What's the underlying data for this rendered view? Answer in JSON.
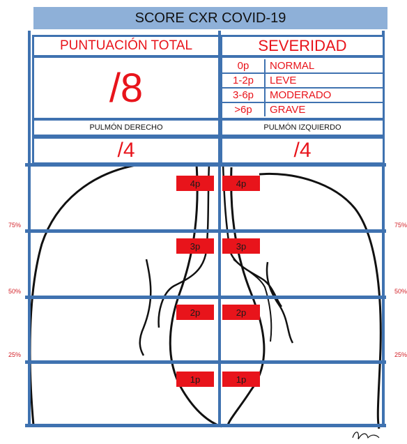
{
  "title": "SCORE CXR COVID-19",
  "header": {
    "total_label": "PUNTUACIÓN TOTAL",
    "total_value": "/8",
    "severity_label": "SEVERIDAD"
  },
  "severity": [
    {
      "points": "0p",
      "label": "NORMAL"
    },
    {
      "points": "1-2p",
      "label": "LEVE"
    },
    {
      "points": "3-6p",
      "label": "MODERADO"
    },
    {
      "points": ">6p",
      "label": "GRAVE"
    }
  ],
  "lungs": {
    "right_label": "PULMÓN DERECHO",
    "left_label": "PULMÓN IZQUIERDO",
    "right_value": "/4",
    "left_value": "/4"
  },
  "zones": [
    "4p",
    "3p",
    "2p",
    "1p"
  ],
  "percent_marks": [
    "75%",
    "50%",
    "25%"
  ],
  "colors": {
    "frame_blue": "#3f72b0",
    "title_bg": "#8eb0d8",
    "accent_red": "#e8141b"
  }
}
